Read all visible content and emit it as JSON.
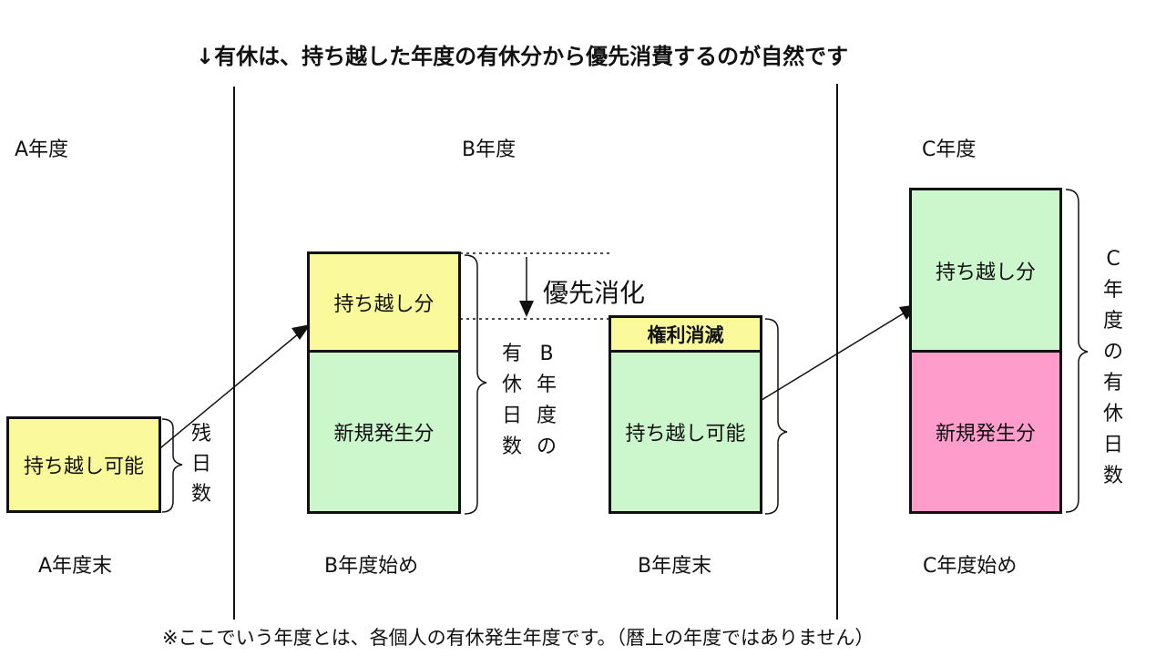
{
  "title": "↓有休は、持ち越した年度の有休分から優先消費するのが自然です",
  "footnote": "※ここでいう年度とは、各個人の有休発生年度です。（暦上の年度ではありません）",
  "sections": {
    "a": "A年度",
    "b": "B年度",
    "c": "C年度"
  },
  "columns": {
    "a_end": "A年度末",
    "b_start": "B年度始め",
    "b_end": "B年度末",
    "c_start": "C年度始め"
  },
  "blocks": {
    "carry_possible": "持ち越し可能",
    "carry_over": "持ち越し分",
    "new_grant": "新規発生分",
    "forfeit": "権利消滅"
  },
  "annotations": {
    "priority": "優先消化",
    "remaining_days": [
      "残",
      "日",
      "数"
    ],
    "b_leave_col1": [
      "B",
      "年",
      "度",
      "の"
    ],
    "b_leave_col2": [
      "有",
      "休",
      "日",
      "数"
    ],
    "c_leave": [
      "C",
      "年",
      "度",
      "の",
      "有",
      "休",
      "日",
      "数"
    ]
  },
  "colors": {
    "yellow": "#fafa9c",
    "green": "#ccf6cc",
    "pink": "#fe9ccb",
    "border": "#111111"
  }
}
